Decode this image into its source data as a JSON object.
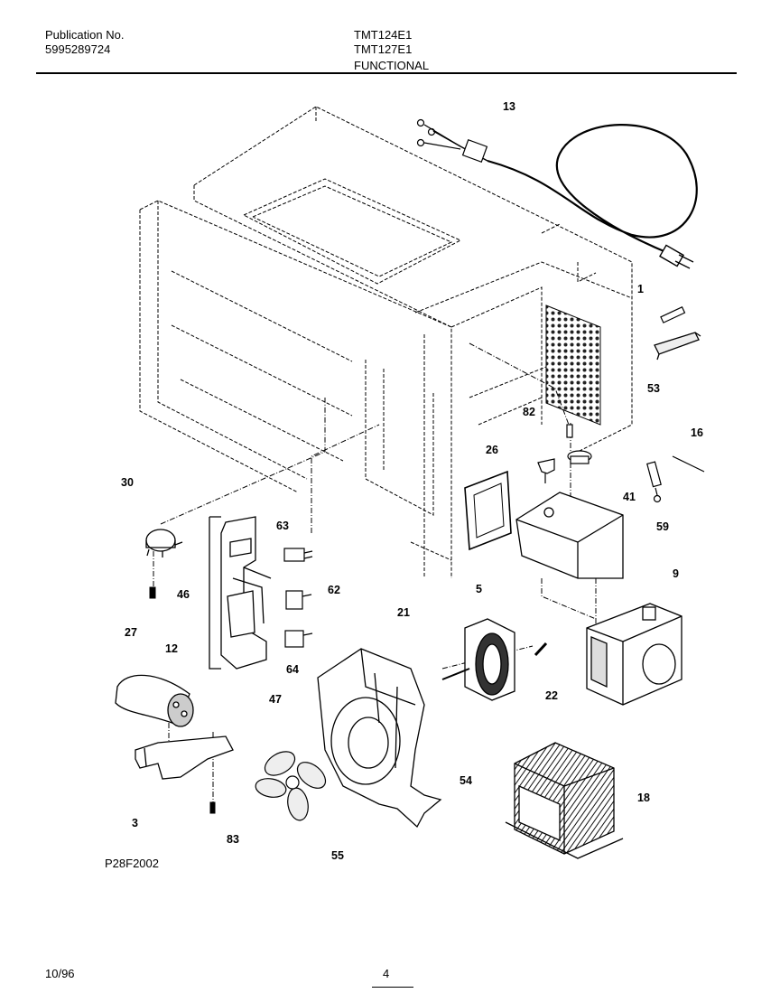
{
  "header": {
    "publication_label": "Publication No.",
    "publication_number": "5995289724",
    "model_1": "TMT124E1",
    "model_2": "TMT127E1",
    "section": "FUNCTIONAL"
  },
  "figure_code": "P28F2002",
  "footer": {
    "date": "10/96",
    "page": "4"
  },
  "callouts": {
    "c13": "13",
    "c1": "1",
    "c53": "53",
    "c82": "82",
    "c26": "26",
    "c16": "16",
    "c41": "41",
    "c59": "59",
    "c30": "30",
    "c63": "63",
    "c46": "46",
    "c62": "62",
    "c27": "27",
    "c5": "5",
    "c9": "9",
    "c21": "21",
    "c12": "12",
    "c64": "64",
    "c47": "47",
    "c22": "22",
    "c54": "54",
    "c18": "18",
    "c3": "3",
    "c83": "83",
    "c55": "55"
  }
}
